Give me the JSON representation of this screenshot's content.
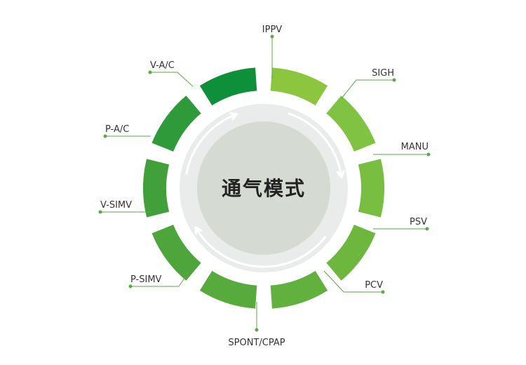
{
  "center": {
    "title": "通气模式"
  },
  "modes": [
    {
      "label": "IPPV",
      "color": "#8cc63f"
    },
    {
      "label": "SIGH",
      "color": "#80c242"
    },
    {
      "label": "MANU",
      "color": "#78be41"
    },
    {
      "label": "PSV",
      "color": "#6db73f"
    },
    {
      "label": "PCV",
      "color": "#62b13e"
    },
    {
      "label": "SPONT/CPAP",
      "color": "#57ab3d"
    },
    {
      "label": "P-SIMV",
      "color": "#4da53c"
    },
    {
      "label": "V-SIMV",
      "color": "#42a03b"
    },
    {
      "label": "P-A/C",
      "color": "#2f9a3a"
    },
    {
      "label": "V-A/C",
      "color": "#0e8f3a"
    }
  ],
  "colors": {
    "leader": "#5aaa46",
    "inner_ring": "#e9ecea",
    "center_fill": "#d5dbd2",
    "arrow": "#ffffff"
  }
}
